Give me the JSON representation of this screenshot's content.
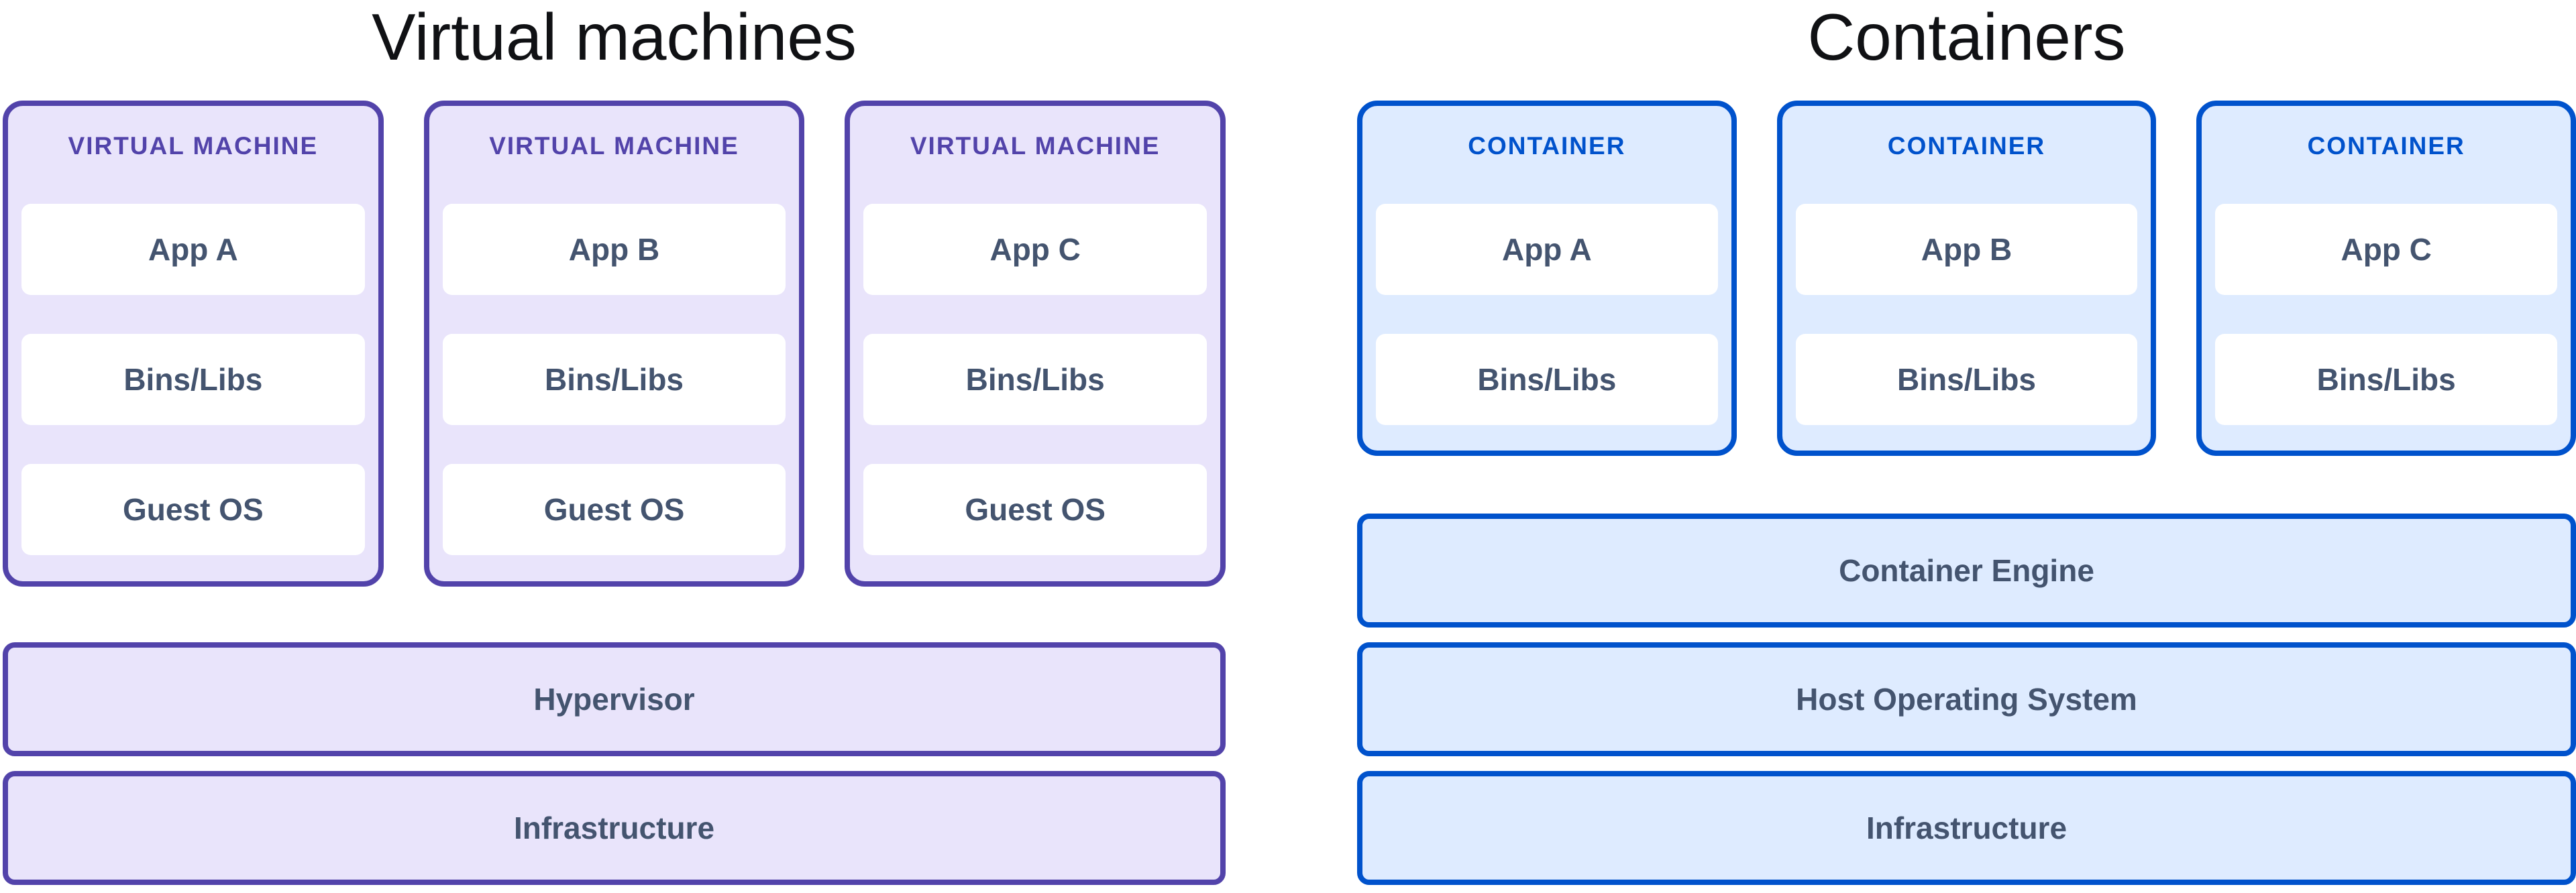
{
  "colors": {
    "vm_accent": "#5243AA",
    "vm_fill": "#E9E4FB",
    "container_accent": "#0052CC",
    "container_fill": "#DEEBFF",
    "layer_fill": "#FFFFFF",
    "layer_text": "#44546F",
    "title_text": "#101114"
  },
  "vm": {
    "title": "Virtual machines",
    "cards": [
      {
        "label": "VIRTUAL MACHINE",
        "boxes": [
          "App A",
          "Bins/Libs",
          "Guest OS"
        ]
      },
      {
        "label": "VIRTUAL MACHINE",
        "boxes": [
          "App B",
          "Bins/Libs",
          "Guest OS"
        ]
      },
      {
        "label": "VIRTUAL MACHINE",
        "boxes": [
          "App C",
          "Bins/Libs",
          "Guest OS"
        ]
      }
    ],
    "bars": [
      "Hypervisor",
      "Infrastructure"
    ]
  },
  "containers": {
    "title": "Containers",
    "cards": [
      {
        "label": "CONTAINER",
        "boxes": [
          "App A",
          "Bins/Libs"
        ]
      },
      {
        "label": "CONTAINER",
        "boxes": [
          "App B",
          "Bins/Libs"
        ]
      },
      {
        "label": "CONTAINER",
        "boxes": [
          "App C",
          "Bins/Libs"
        ]
      }
    ],
    "bars": [
      "Container Engine",
      "Host Operating System",
      "Infrastructure"
    ]
  }
}
